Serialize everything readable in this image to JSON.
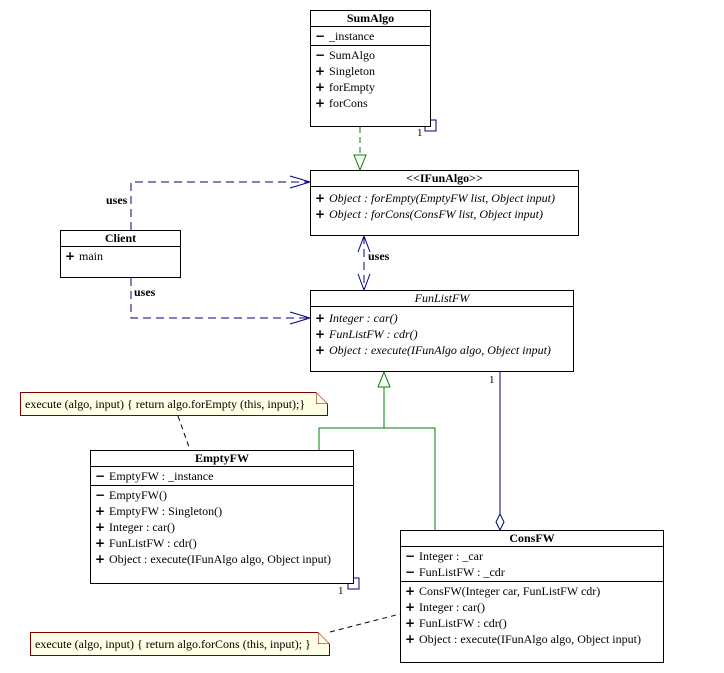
{
  "classes": {
    "sumalgo": {
      "name": "SumAlgo",
      "attributes": [
        {
          "vis": "−",
          "text": "_instance"
        }
      ],
      "operations": [
        {
          "vis": "−",
          "text": "SumAlgo"
        },
        {
          "vis": "+",
          "text": "Singleton"
        },
        {
          "vis": "+",
          "text": "forEmpty"
        },
        {
          "vis": "+",
          "text": "forCons"
        }
      ]
    },
    "ifunalgo": {
      "name": "<<IFunAlgo>>",
      "operations": [
        {
          "vis": "+",
          "text": "Object : forEmpty(EmptyFW list, Object input)"
        },
        {
          "vis": "+",
          "text": "Object : forCons(ConsFW list, Object input)"
        }
      ]
    },
    "client": {
      "name": "Client",
      "operations": [
        {
          "vis": "+",
          "text": "main"
        }
      ]
    },
    "funlistfw": {
      "name": "FunListFW",
      "operations": [
        {
          "vis": "+",
          "text": "Integer : car()"
        },
        {
          "vis": "+",
          "text": "FunListFW : cdr()"
        },
        {
          "vis": "+",
          "text": "Object : execute(IFunAlgo algo, Object input)"
        }
      ]
    },
    "emptyfw": {
      "name": "EmptyFW",
      "attributes": [
        {
          "vis": "−",
          "text": "EmptyFW : _instance"
        }
      ],
      "operations": [
        {
          "vis": "−",
          "text": "EmptyFW()"
        },
        {
          "vis": "+",
          "text": "EmptyFW : Singleton()"
        },
        {
          "vis": "+",
          "text": "Integer : car()"
        },
        {
          "vis": "+",
          "text": "FunListFW : cdr()"
        },
        {
          "vis": "+",
          "text": "Object : execute(IFunAlgo algo, Object input)"
        }
      ]
    },
    "consfw": {
      "name": "ConsFW",
      "attributes": [
        {
          "vis": "−",
          "text": "Integer : _car"
        },
        {
          "vis": "−",
          "text": "FunListFW : _cdr"
        }
      ],
      "operations": [
        {
          "vis": "+",
          "text": "ConsFW(Integer car, FunListFW cdr)"
        },
        {
          "vis": "+",
          "text": "Integer : car()"
        },
        {
          "vis": "+",
          "text": "FunListFW : cdr()"
        },
        {
          "vis": "+",
          "text": "Object : execute(IFunAlgo algo, Object input)"
        }
      ]
    }
  },
  "notes": {
    "empty_note": "execute (algo, input) { return algo.forEmpty (this, input);}",
    "cons_note": "execute (algo, input) { return algo.forCons (this, input); }"
  },
  "labels": {
    "uses_client_ifunalgo": "uses",
    "uses_client_funlistfw": "uses",
    "uses_funlistfw_ifunalgo": "uses",
    "mult_sumalgo": "1",
    "mult_funlistfw": "1",
    "mult_emptyfw": "1"
  },
  "colors": {
    "dependency": "#000080",
    "realization": "#008000",
    "note_border": "#800000",
    "note_fill": "#ffffe6"
  }
}
